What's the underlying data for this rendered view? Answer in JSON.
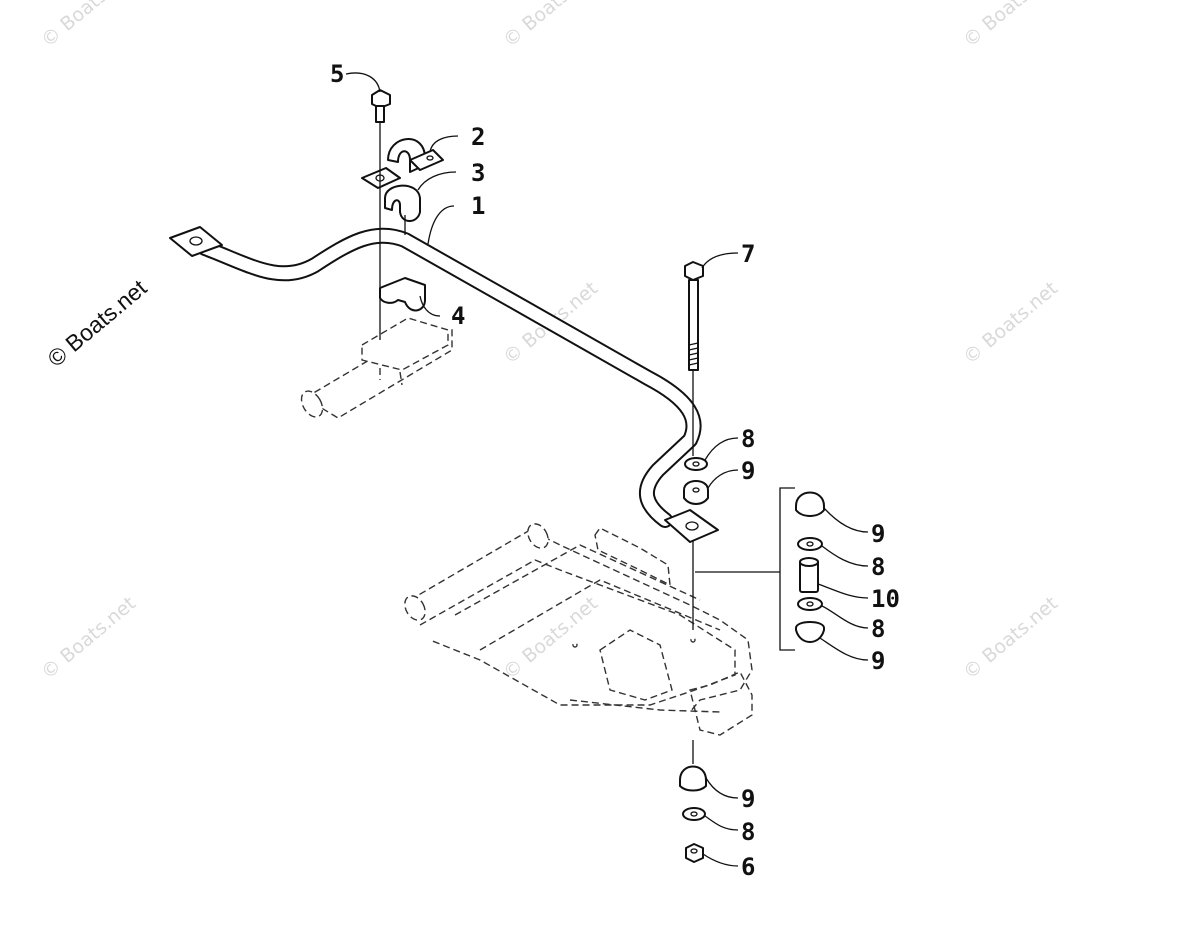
{
  "diagram": {
    "callouts": [
      {
        "id": "c5",
        "label": "5"
      },
      {
        "id": "c2",
        "label": "2"
      },
      {
        "id": "c3",
        "label": "3"
      },
      {
        "id": "c1",
        "label": "1"
      },
      {
        "id": "c4",
        "label": "4"
      },
      {
        "id": "c7",
        "label": "7"
      },
      {
        "id": "c8a",
        "label": "8"
      },
      {
        "id": "c9a",
        "label": "9"
      },
      {
        "id": "c9b",
        "label": "9"
      },
      {
        "id": "c8b",
        "label": "8"
      },
      {
        "id": "c10",
        "label": "10"
      },
      {
        "id": "c8c",
        "label": "8"
      },
      {
        "id": "c9c",
        "label": "9"
      },
      {
        "id": "c9d",
        "label": "9"
      },
      {
        "id": "c8d",
        "label": "8"
      },
      {
        "id": "c6",
        "label": "6"
      }
    ]
  },
  "watermark": {
    "text": "© Boats.net",
    "color": "#d9d9d9",
    "side_text": "© Boats.net"
  }
}
